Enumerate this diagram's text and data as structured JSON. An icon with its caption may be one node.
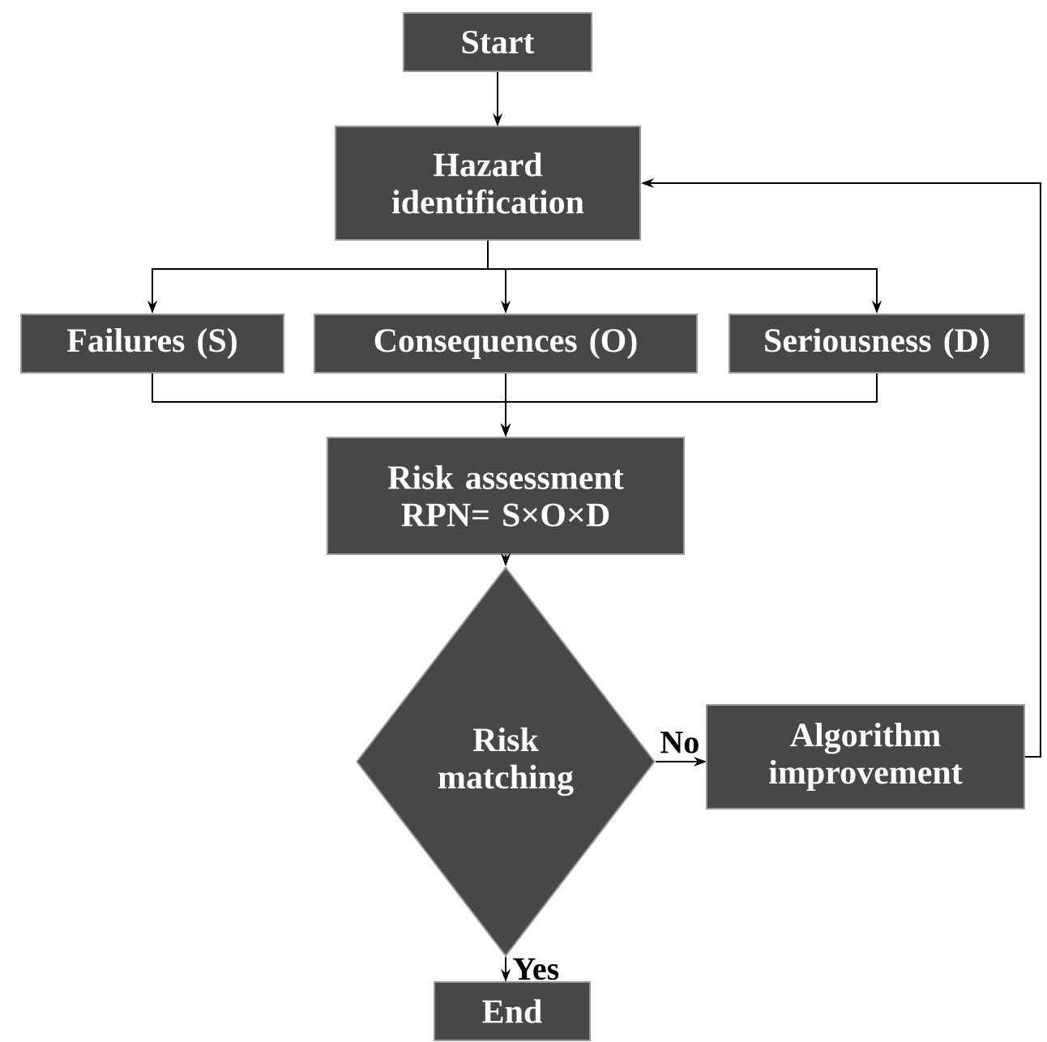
{
  "diagram": {
    "nodes": [
      {
        "text": [
          "Start"
        ]
      },
      {
        "text": [
          "Hazard identification"
        ]
      },
      {
        "text": [
          "Failures (S)"
        ]
      },
      {
        "text": [
          "Consequences (O)"
        ]
      },
      {
        "text": [
          "Seriousness (D)"
        ]
      },
      {
        "text": [
          "Risk assessment RPN= S×O×D"
        ]
      },
      {
        "text": [
          "Risk matching"
        ]
      },
      {
        "text": [
          "Algorithm improvement"
        ]
      },
      {
        "text": [
          "End"
        ]
      }
    ],
    "edges": [
      {
        "from": 0,
        "to": 1,
        "arrow": "to"
      },
      {
        "from": 1,
        "to": 2,
        "arrow": "to"
      },
      {
        "from": 1,
        "to": 3,
        "arrow": "to"
      },
      {
        "from": 1,
        "to": 4,
        "arrow": "to"
      },
      {
        "from": 2,
        "to": 5,
        "arrow": "to"
      },
      {
        "from": 3,
        "to": 5,
        "arrow": "to"
      },
      {
        "from": 4,
        "to": 5,
        "arrow": "to"
      },
      {
        "from": 5,
        "to": 6,
        "arrow": "to"
      },
      {
        "from": 6,
        "to": 7,
        "arrow": "to",
        "label": "No"
      },
      {
        "from": 6,
        "to": 8,
        "arrow": "to",
        "label": "Yes"
      },
      {
        "from": 7,
        "to": 1,
        "arrow": "to"
      }
    ]
  }
}
